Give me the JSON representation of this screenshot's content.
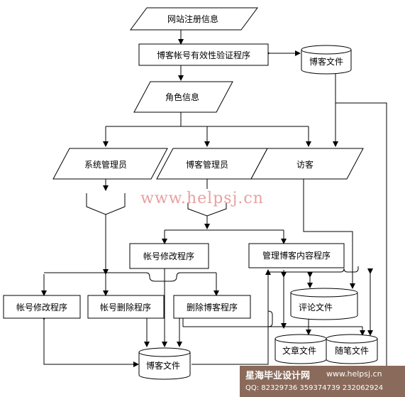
{
  "nodes": {
    "registration_info": "网站注册信息",
    "validation_program": "博客帐号有效性验证程序",
    "blog_file_top": "博客文件",
    "role_info": "角色信息",
    "sys_admin": "系统管理员",
    "blog_admin": "博客管理员",
    "visitor": "访客",
    "account_modify_mid": "帐号修改程序",
    "manage_content": "管理博客内容程序",
    "account_modify_left": "帐号修改程序",
    "account_delete": "帐号删除程序",
    "blog_delete": "删除博客程序",
    "comment_file": "评论文件",
    "article_file": "文章文件",
    "essay_file": "随笔文件",
    "blog_file_bottom": "博客文件"
  },
  "watermark": "www.helpsj.cn",
  "banner": {
    "title": "星海毕业设计网",
    "url": "www.helpsj.cn",
    "qq": "QQ: 82329736  359374739  232062924"
  }
}
